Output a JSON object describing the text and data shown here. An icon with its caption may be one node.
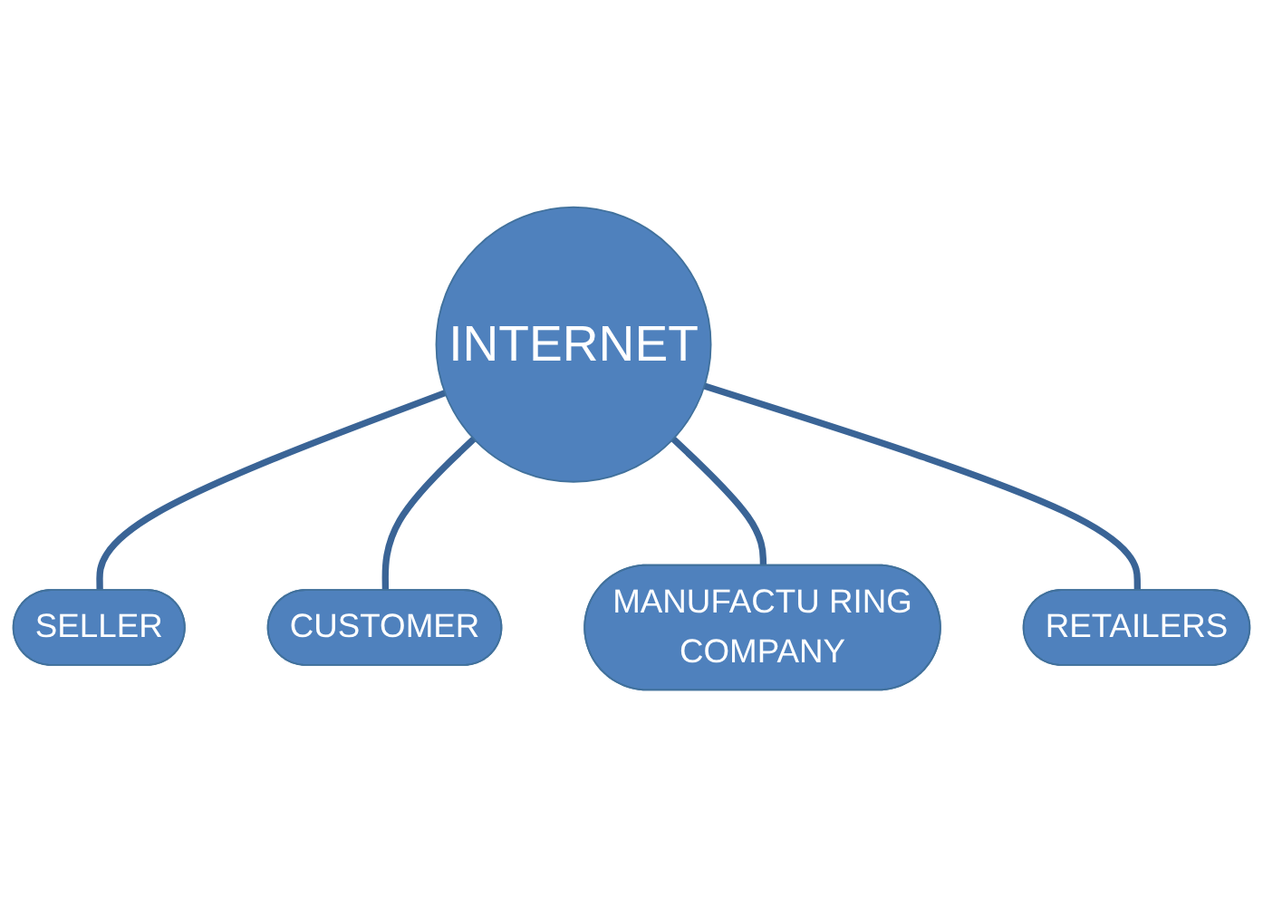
{
  "diagram": {
    "nodes": [
      {
        "text": [
          "SELLER"
        ]
      },
      {
        "text": [
          "CUSTOMER"
        ]
      },
      {
        "text": [
          "MANUFACTU RING",
          "COMPANY"
        ]
      },
      {
        "text": [
          "INTERNET"
        ]
      },
      {
        "text": [
          "RETAILERS"
        ]
      }
    ],
    "edges": [
      {
        "from": 3,
        "to": 0,
        "arrow": "none"
      },
      {
        "from": 3,
        "to": 1,
        "arrow": "none"
      },
      {
        "from": 3,
        "to": 2,
        "arrow": "none"
      },
      {
        "from": 3,
        "to": 4,
        "arrow": "none"
      }
    ]
  }
}
